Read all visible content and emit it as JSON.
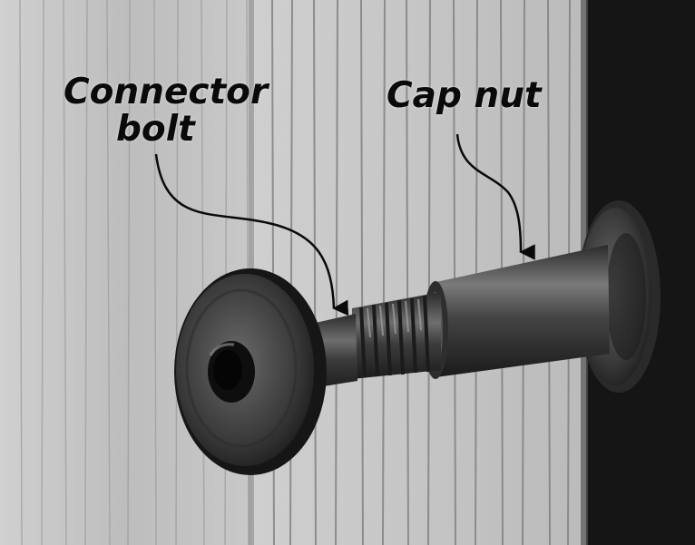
{
  "image": {
    "description_role": "photograph",
    "labels": {
      "connector_bolt_line1": "Connector",
      "connector_bolt_line2": "bolt",
      "cap_nut": "Cap nut"
    }
  }
}
